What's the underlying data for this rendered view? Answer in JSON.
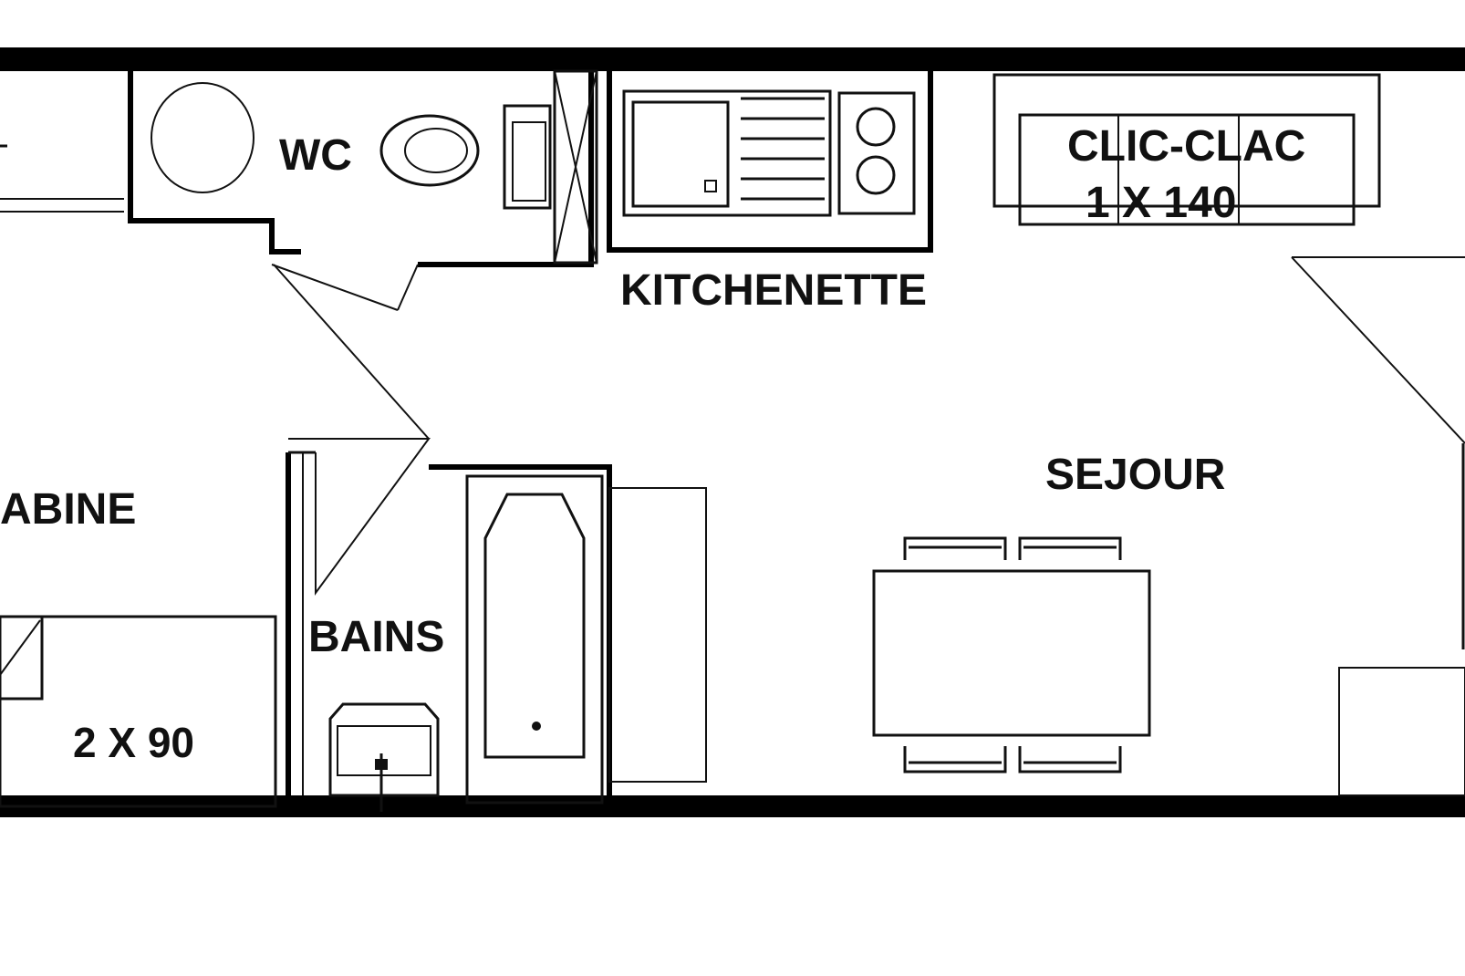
{
  "rooms": {
    "wc": "WC",
    "kitchenette": "KITCHENETTE",
    "sejour": "SEJOUR",
    "cabine": "ABINE",
    "bains": "BAINS"
  },
  "beds": {
    "sofa_bed_line1": "CLIC-CLAC",
    "sofa_bed_line2": "1 X 140",
    "bunk_bed": "2 X 90"
  },
  "colors": {
    "wall": "#000000",
    "line": "#111111",
    "background": "#ffffff"
  }
}
